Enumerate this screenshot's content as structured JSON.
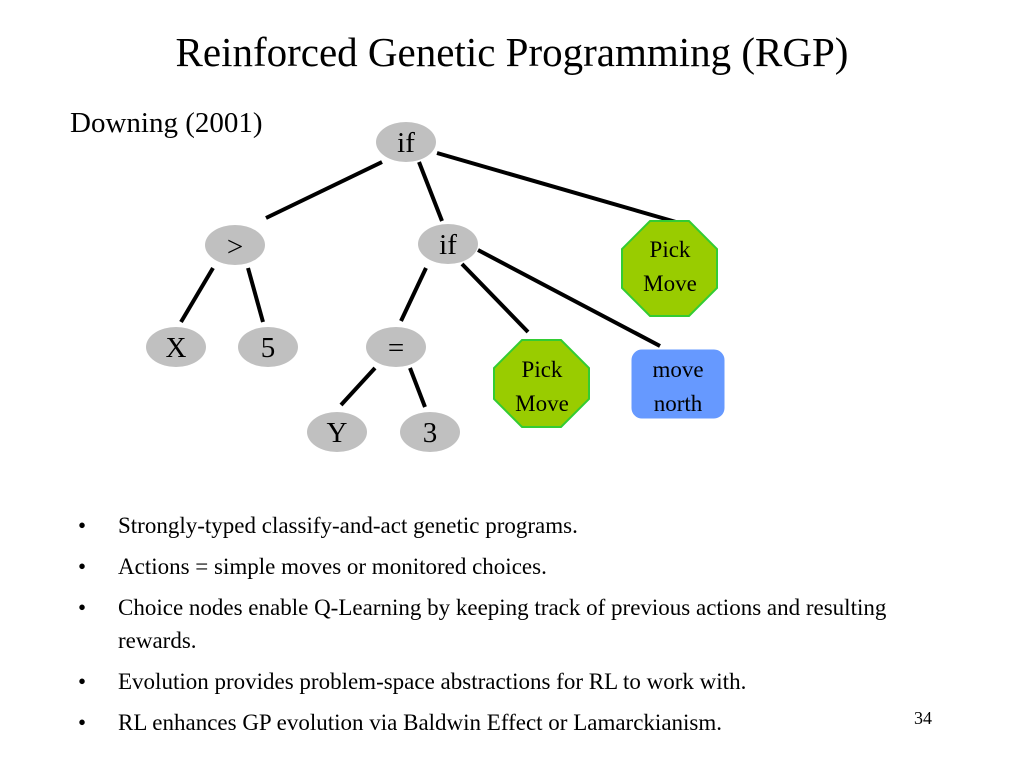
{
  "slide": {
    "title": "Reinforced Genetic Programming (RGP)",
    "subtitle": "Downing (2001)",
    "page_number": "34"
  },
  "tree": {
    "nodes": {
      "root_if": "if",
      "gt": ">",
      "x": "X",
      "five": "5",
      "inner_if": "if",
      "eq": "=",
      "y": "Y",
      "three": "3",
      "pick_move_left": [
        "Pick",
        "Move"
      ],
      "pick_move_right": [
        "Pick",
        "Move"
      ],
      "move_north": [
        "move",
        "north"
      ]
    },
    "colors": {
      "operator_fill": "#c0c0c0",
      "choice_fill": "#99cc00",
      "choice_stroke": "#33cc33",
      "action_fill": "#6699ff",
      "edge": "#000000"
    }
  },
  "bullets": [
    "Strongly-typed classify-and-act genetic programs.",
    "Actions = simple moves or monitored choices.",
    "Choice nodes enable Q-Learning by keeping track of previous actions and resulting rewards.",
    "Evolution provides problem-space abstractions for RL to work with.",
    "RL enhances GP evolution via Baldwin Effect or Lamarckianism."
  ],
  "bullet_marker": "•"
}
